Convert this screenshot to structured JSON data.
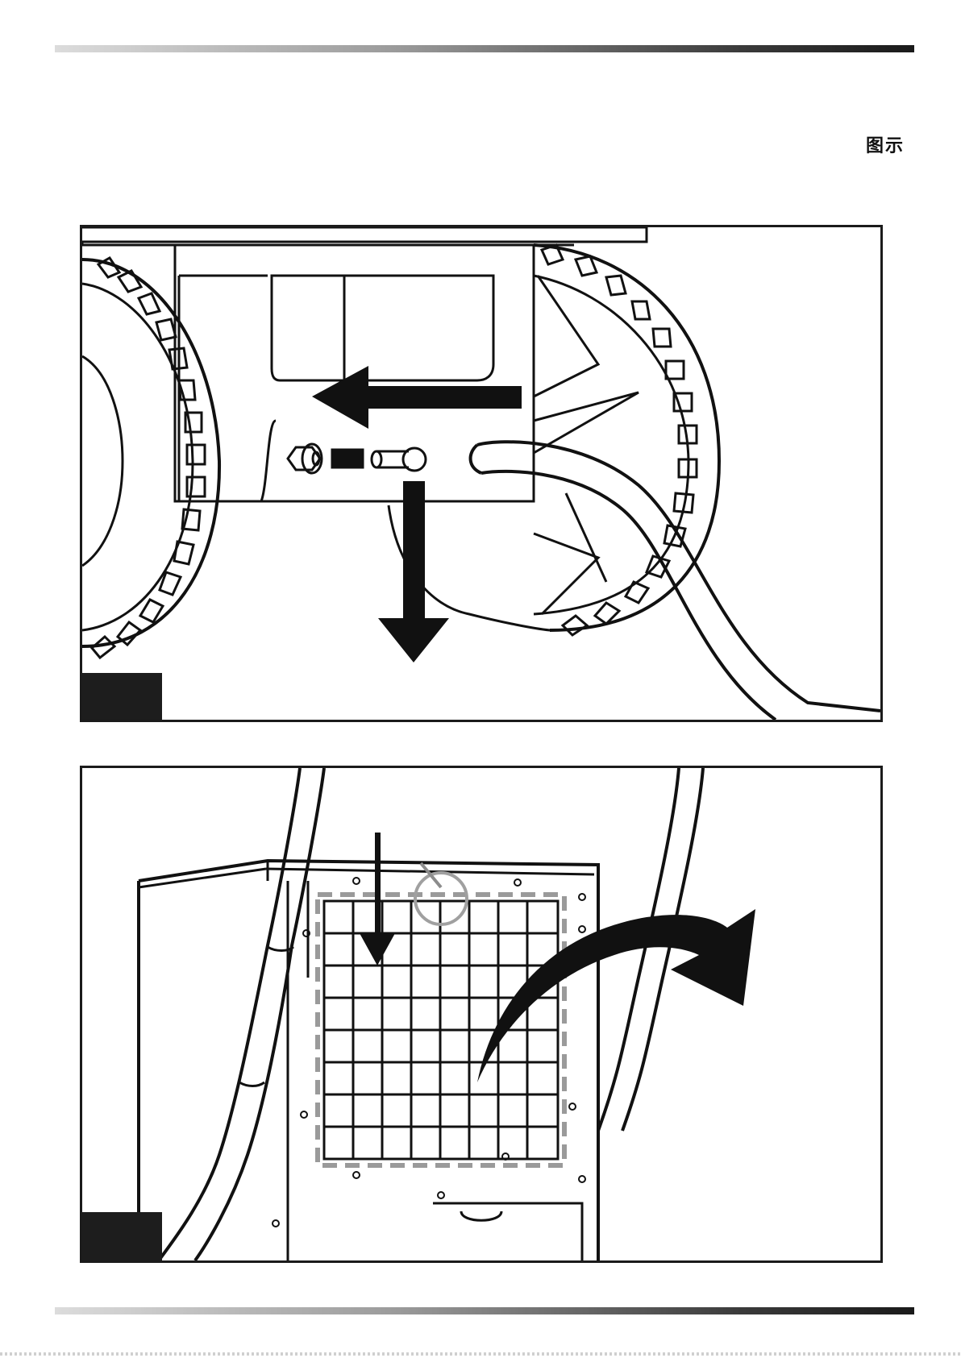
{
  "page": {
    "label": "图示"
  },
  "figure1": {
    "arrow_left": "arrow-left",
    "arrow_down": "arrow-down"
  },
  "figure2": {
    "arrow_down": "arrow-down",
    "arrow_curved": "arrow-curved-right"
  }
}
